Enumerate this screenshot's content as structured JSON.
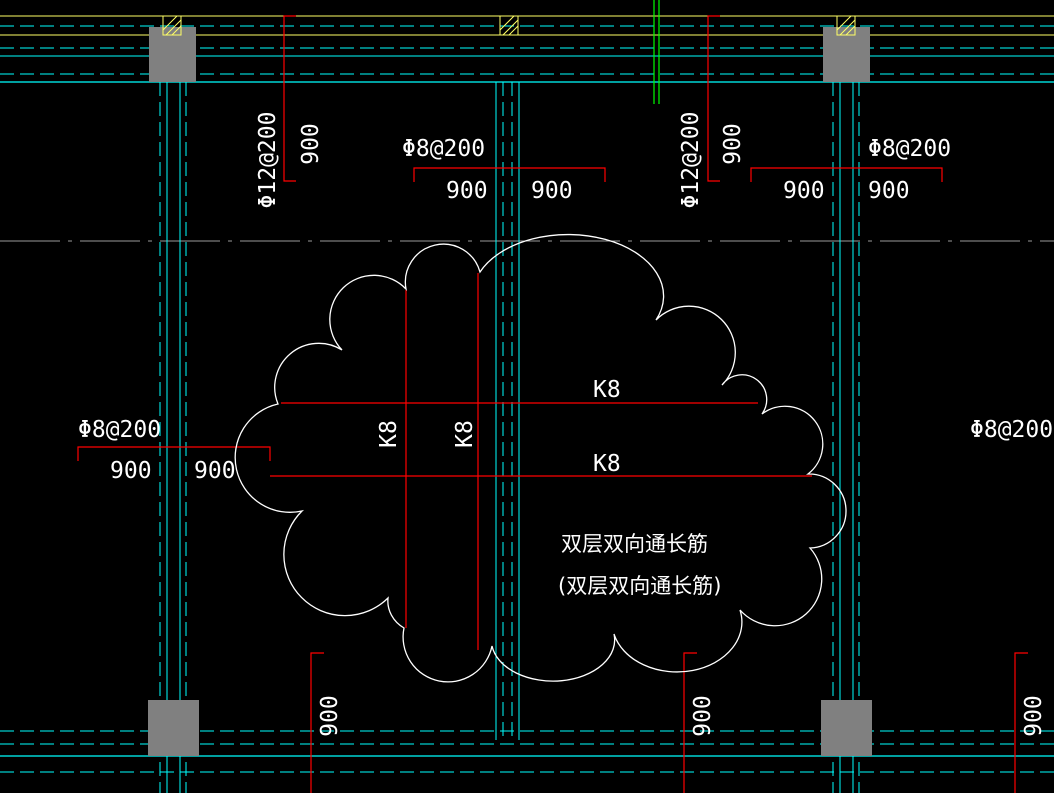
{
  "colors": {
    "background": "#000000",
    "beam_cyan": "#00ffff",
    "rebar_red": "#ff0000",
    "text_white": "#ffffff",
    "column_gray": "#808080",
    "wall_yellow": "#ffff66",
    "axis_green": "#00ff00",
    "grid_gray": "#9a9a9a"
  },
  "labels": {
    "top_left_rebar": "Φ12@200",
    "top_left_len": "900",
    "top_mid_spec": "Φ8@200",
    "top_mid_len_left": "900",
    "top_mid_len_right": "900",
    "top_right_rebar": "Φ12@200",
    "top_right_len": "900",
    "top_far_spec": "Φ8@200",
    "top_far_len_left": "900",
    "top_far_len_right": "900",
    "left_spec": "Φ8@200",
    "left_len_left": "900",
    "left_len_right": "900",
    "right_spec": "Φ8@200",
    "k8_h_top": "K8",
    "k8_h_bottom": "K8",
    "k8_v_left": "K8",
    "k8_v_right": "K8",
    "note_line1": "双层双向通长筋",
    "note_line2": "(双层双向通长筋)",
    "bottom_len_1": "900",
    "bottom_len_2": "900",
    "bottom_len_3": "900"
  }
}
